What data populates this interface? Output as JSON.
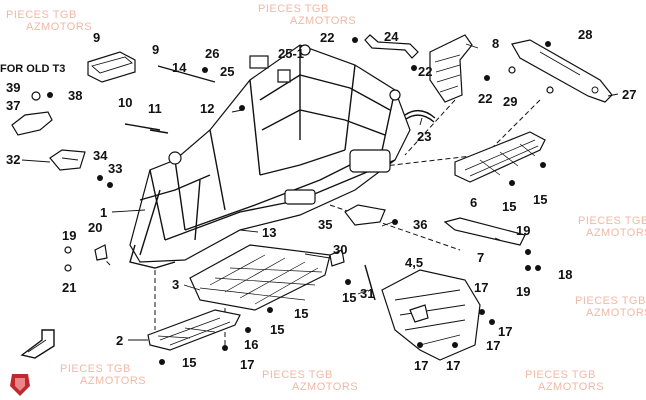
{
  "diagram": {
    "note": "FOR OLD T3",
    "watermark_lines": [
      "PIECES TGB",
      "AZMOTORS"
    ],
    "callouts": [
      "1",
      "2",
      "3",
      "4,5",
      "6",
      "7",
      "8",
      "9",
      "9",
      "10",
      "11",
      "12",
      "13",
      "14",
      "15",
      "15",
      "15",
      "15",
      "15",
      "15",
      "16",
      "17",
      "17",
      "17",
      "17",
      "17",
      "17",
      "18",
      "19",
      "19",
      "19",
      "20",
      "21",
      "22",
      "22",
      "22",
      "23",
      "24",
      "25",
      "25-1",
      "26",
      "27",
      "28",
      "29",
      "30",
      "31",
      "32",
      "33",
      "34",
      "35",
      "36",
      "37",
      "38",
      "39"
    ]
  },
  "colors": {
    "ink": "#111111",
    "watermark": "#f0b9a6",
    "logo": "#c0282d"
  },
  "icons": [
    "brand-logo-icon",
    "arrow-front-icon"
  ]
}
